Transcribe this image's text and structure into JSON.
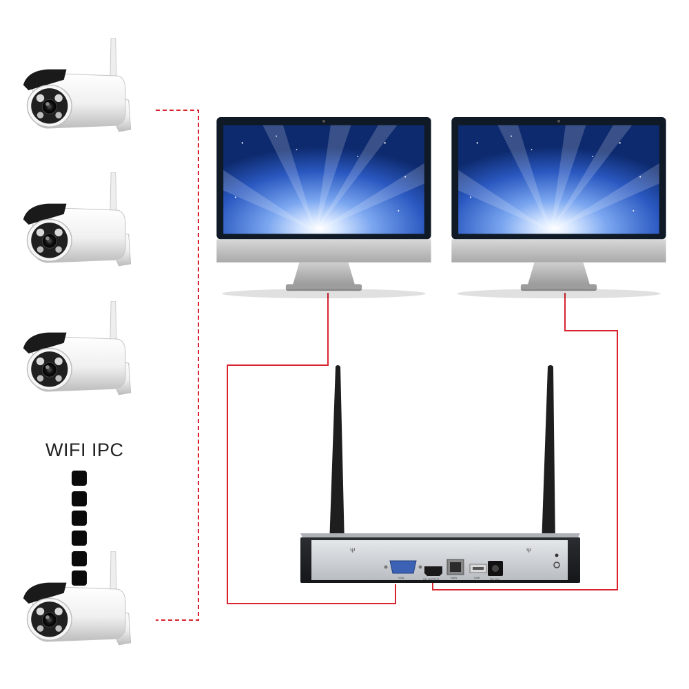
{
  "caption": "WIFI IPC",
  "devices": {
    "cameras": [
      {
        "icon": "bullet-camera-icon"
      },
      {
        "icon": "bullet-camera-icon"
      },
      {
        "icon": "bullet-camera-icon"
      },
      {
        "icon": "bullet-camera-icon"
      }
    ],
    "monitors": [
      {
        "icon": "monitor-icon"
      },
      {
        "icon": "monitor-icon"
      }
    ],
    "recorder": {
      "icon": "nvr-recorder-icon",
      "ports": [
        "VGA",
        "HD OUTPUT",
        "WAN",
        "USB",
        "DC 12V"
      ]
    }
  },
  "colors": {
    "connector": "#d9232f",
    "camera_body": "#f2f2f2",
    "bezel": "#0f1a26",
    "screen": "#2f64c8",
    "stand": "#b8b8b8",
    "recorder_body": "#c9cdd2",
    "recorder_face": "#1b1d20",
    "antenna": "#1e1e1e",
    "ellipsis": "#0a0a0a"
  }
}
